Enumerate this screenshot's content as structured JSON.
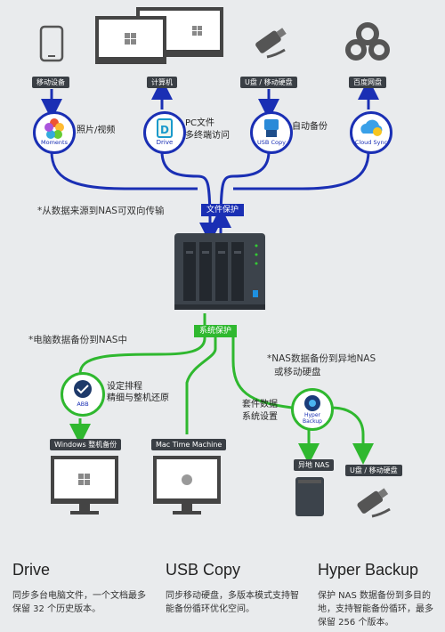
{
  "top_devices": [
    {
      "label": "移动设备",
      "icon": "smartphone-icon"
    },
    {
      "label": "计算机",
      "icon": "computer-monitors-icon"
    },
    {
      "label": "U盘 / 移动硬盘",
      "icon": "usb-drive-icon"
    },
    {
      "label": "百度网盘",
      "icon": "baidu-cloud-icon"
    }
  ],
  "apps_top": [
    {
      "name": "Moments",
      "desc": "照片/视频",
      "icon": "moments-icon"
    },
    {
      "name": "Drive",
      "desc_line1": "PC文件",
      "desc_line2": "多终端访问",
      "icon": "drive-icon"
    },
    {
      "name": "USB Copy",
      "desc": "自动备份",
      "icon": "usb-copy-icon"
    },
    {
      "name": "Cloud Sync",
      "icon": "cloud-sync-icon"
    }
  ],
  "file_protection": {
    "label": "文件保护",
    "note": "*从数据来源到NAS可双向传输"
  },
  "system_protection": {
    "label": "系统保护",
    "note_pc": "*电脑数据备份到NAS中",
    "note_nas_line1": "*NAS数据备份到异地NAS",
    "note_nas_line2": "或移动硬盘"
  },
  "abb": {
    "name": "ABB",
    "desc_line1": "设定排程",
    "desc_line2": "精细与整机还原",
    "icon": "abb-icon"
  },
  "hyper_backup": {
    "name_line1": "Hyper",
    "name_line2": "Backup",
    "desc_line1": "套件数据",
    "desc_line2": "系统设置",
    "icon": "hyper-backup-icon"
  },
  "bottom_devices": [
    {
      "label": "Windows 整机备份",
      "icon": "windows-monitor-icon"
    },
    {
      "label": "Mac Time Machine",
      "icon": "mac-monitor-icon"
    },
    {
      "label": "异地 NAS",
      "icon": "remote-nas-icon"
    },
    {
      "label": "U盘 / 移动硬盘",
      "icon": "usb-drive-icon"
    }
  ],
  "features": [
    {
      "title": "Drive",
      "desc": "同步多台电脑文件，一个文档最多保留 32 个历史版本。"
    },
    {
      "title": "USB Copy",
      "desc": "同步移动硬盘，多版本模式支持智能备份循环优化空间。"
    },
    {
      "title": "Hyper Backup",
      "desc": "保护 NAS 数据备份到多目的地，支持智能备份循环，最多保留 256 个版本。"
    }
  ],
  "colors": {
    "blue": "#1a2fb4",
    "green": "#2fb82f",
    "label_bg": "#3a3f45",
    "page_bg": "#e9ebed"
  }
}
